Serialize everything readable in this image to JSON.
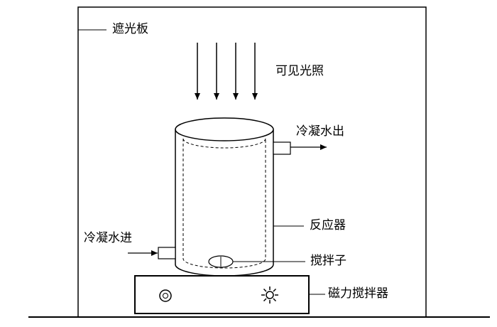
{
  "labels": {
    "shade_board": "遮光板",
    "visible_light": "可见光照",
    "condensate_out": "冷凝水出",
    "reactor": "反应器",
    "condensate_in": "冷凝水进",
    "stir_bar": "搅拌子",
    "magnetic_stirrer": "磁力搅拌器"
  },
  "colors": {
    "line": "#000000",
    "background": "#ffffff"
  }
}
